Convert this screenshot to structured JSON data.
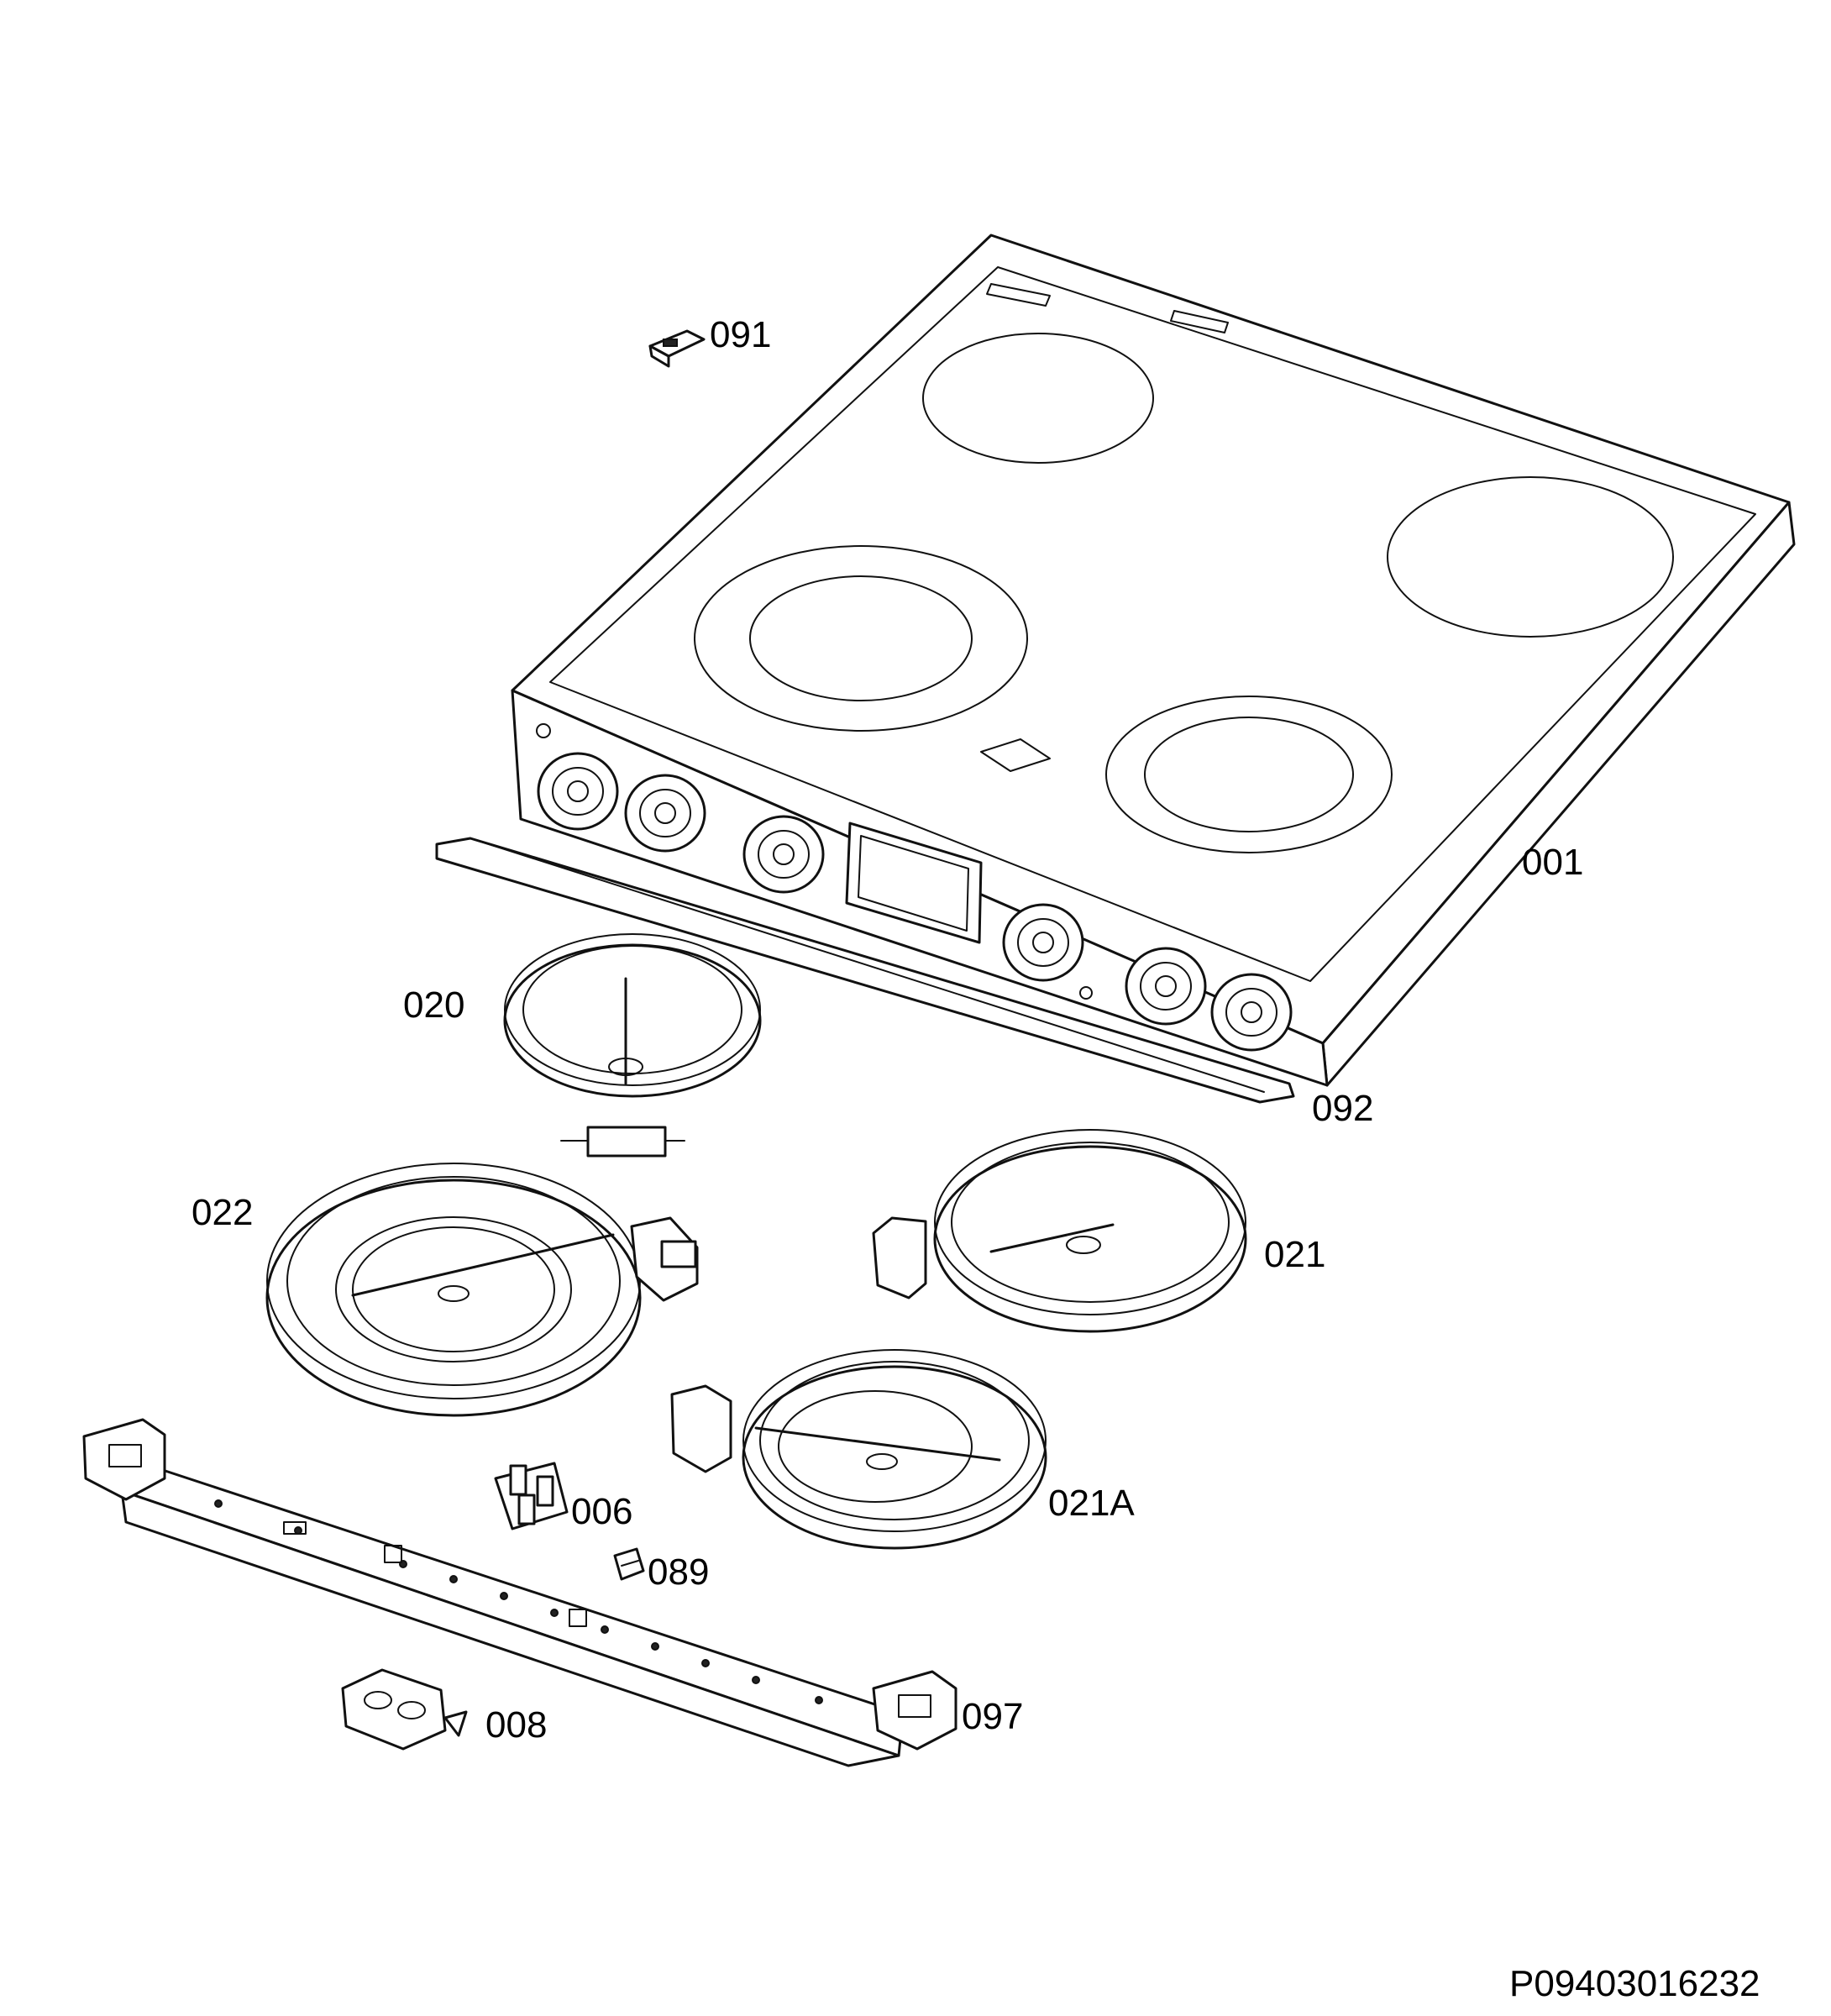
{
  "diagram_code": "P09403016232",
  "labels": {
    "p001": "001",
    "p006": "006",
    "p008": "008",
    "p020": "020",
    "p021": "021",
    "p021A": "021A",
    "p022": "022",
    "p089": "089",
    "p091": "091",
    "p092": "092",
    "p097": "097"
  }
}
